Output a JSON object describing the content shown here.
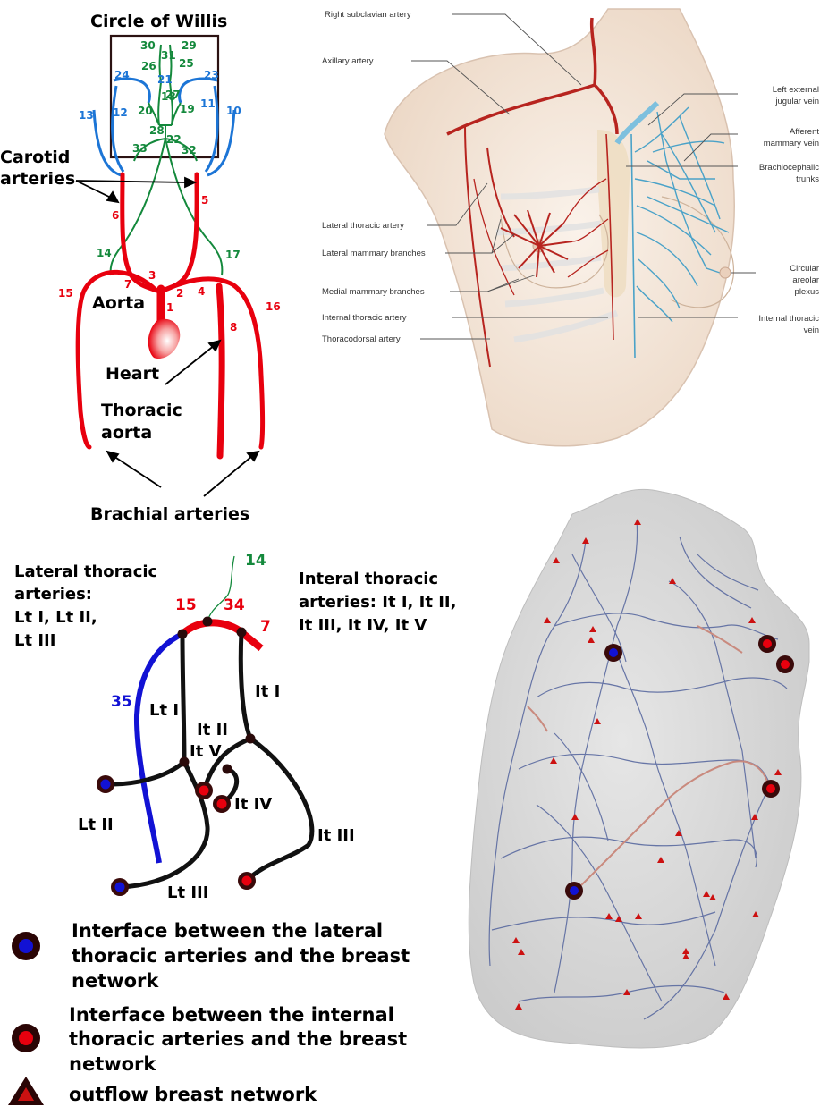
{
  "colors": {
    "artery": "#e8000e",
    "cerebral_left": "#1c75d6",
    "cerebral_green": "#14893c",
    "lateral_blue": "#1212d4",
    "network_black": "#111111",
    "vein": "#4aa2c8",
    "mesh": "#d3d3d3",
    "outflow": "#cc1111"
  },
  "willis": {
    "title": "Circle of Willis",
    "carotid_label_1": "Carotid",
    "carotid_label_2": "arteries",
    "aorta_label": "Aorta",
    "heart_label": "Heart",
    "thoracic_label_1": "Thoracic",
    "thoracic_label_2": "aorta",
    "brachial_label": "Brachial arteries",
    "red_numbers": [
      "1",
      "2",
      "3",
      "4",
      "5",
      "6",
      "7",
      "8",
      "15",
      "16"
    ],
    "blue_numbers": [
      "10",
      "11",
      "12",
      "13",
      "21",
      "23",
      "24"
    ],
    "green_numbers": [
      "14",
      "17",
      "18",
      "19",
      "20",
      "22",
      "25",
      "26",
      "27",
      "28",
      "29",
      "30",
      "31",
      "32",
      "33"
    ]
  },
  "anatomy": {
    "left_labels": [
      "Right subclavian artery",
      "Axillary artery",
      "Lateral thoracic artery",
      "Lateral mammary branches",
      "Medial mammary branches",
      "Internal thoracic artery",
      "Thoracodorsal artery"
    ],
    "right_labels": {
      "left_external_jugular_1": "Left external",
      "left_external_jugular_2": "jugular vein",
      "afferent_1": "Afferent",
      "afferent_2": "mammary vein",
      "brachiocephalic_1": "Brachiocephalic",
      "brachiocephalic_2": "trunks",
      "circular_1": "Circular",
      "circular_2": "areolar",
      "circular_3": "plexus",
      "internal_vein_1": "Internal thoracic",
      "internal_vein_2": "vein"
    }
  },
  "network": {
    "lateral_title_1": "Lateral thoracic",
    "lateral_title_2": "arteries:",
    "lateral_title_3": "Lt I, Lt II,",
    "lateral_title_4": "Lt III",
    "internal_title_1": "Interal thoracic",
    "internal_title_2": "arteries: It I, It II,",
    "internal_title_3": "It III, It IV, It V",
    "n14": "14",
    "n15": "15",
    "n34": "34",
    "n7": "7",
    "n35": "35",
    "lt1": "Lt I",
    "lt2": "Lt II",
    "lt3": "Lt III",
    "it1": "It I",
    "it2": "It II",
    "it3": "It III",
    "it4": "It IV",
    "it5": "It V"
  },
  "legend": {
    "lateral_1": "Interface between the lateral",
    "lateral_2": "thoracic arteries and the breast",
    "lateral_3": "network",
    "internal_1": "Interface between the internal",
    "internal_2": "thoracic arteries and the breast",
    "internal_3": "network",
    "outflow": "outflow breast network"
  }
}
